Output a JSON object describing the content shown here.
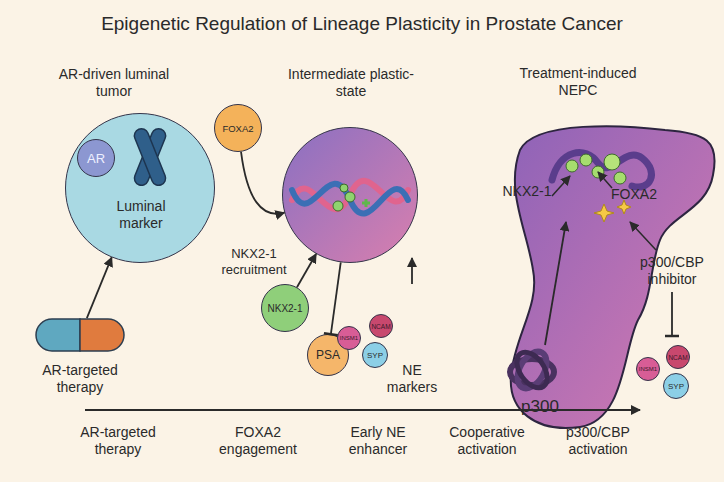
{
  "diagram": {
    "title": "Epigenetic Regulation of Lineage Plasticity in Prostate Cancer",
    "nodes": [
      {
        "text": [
          "AR-driven luminal tumor",
          "Luminal marker"
        ]
      },
      {
        "text": [
          "AR"
        ],
        "in": 0
      },
      {
        "text": [
          "FOXA2"
        ]
      },
      {
        "text": [
          "Intermediate plastic-state"
        ]
      },
      {
        "text": [
          "Treatment-induced NEPC"
        ]
      },
      {
        "text": [
          "NKX2-1"
        ]
      },
      {
        "text": [
          "AR-targeted therapy"
        ]
      },
      {
        "text": [
          "PSA"
        ]
      },
      {
        "text": [
          "INSM1"
        ]
      },
      {
        "text": [
          "NCAM"
        ]
      },
      {
        "text": [
          "SYP"
        ]
      },
      {
        "text": [
          "INSM1"
        ]
      },
      {
        "text": [
          "NCAM"
        ]
      },
      {
        "text": [
          "SYP"
        ]
      }
    ],
    "edges": [
      {
        "from": 6,
        "to": 0,
        "arrow": "to"
      },
      {
        "from": 2,
        "to": 3,
        "label": "NKX2-1 recruitment",
        "arrow": "to"
      },
      {
        "from": 5,
        "to": 3,
        "arrow": "to"
      },
      {
        "from": 3,
        "to": 7,
        "arrow": "to"
      }
    ],
    "labels": [
      "NE markers",
      "NKX2-1",
      "FOXA2",
      "p300",
      "p300/CBP inhibitor",
      "AR-targeted therapy",
      "FOXA2 engagement",
      "Early NE enhancer",
      "Cooperative activation",
      "p300/CBP activation"
    ]
  }
}
